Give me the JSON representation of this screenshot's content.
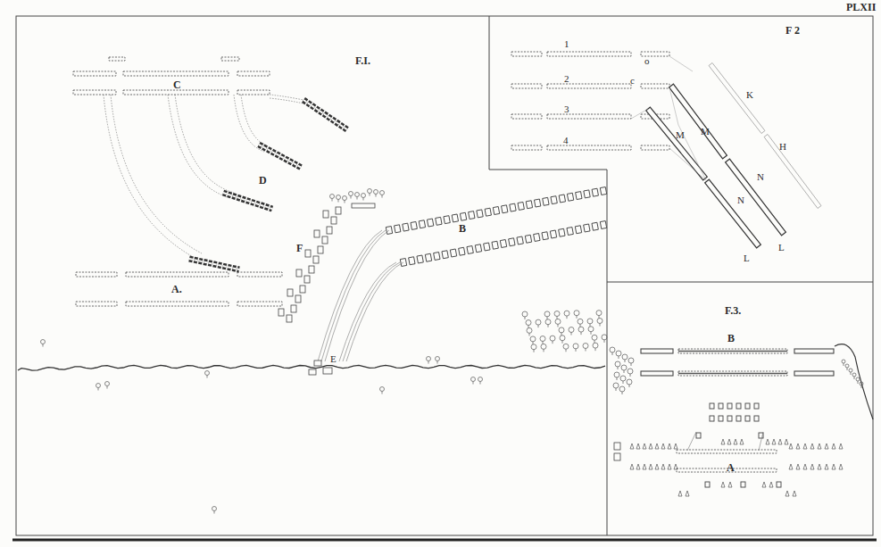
{
  "diagram": {
    "labels": [
      "PLXII",
      "F.I.",
      "C",
      "D",
      "F",
      "B",
      "E",
      "A.",
      "F 2",
      "1",
      "2",
      "3",
      "4",
      "o",
      "c",
      "M",
      "M",
      "N",
      "N",
      "L",
      "L",
      "K",
      "H",
      "F.3.",
      "B",
      "A"
    ]
  }
}
